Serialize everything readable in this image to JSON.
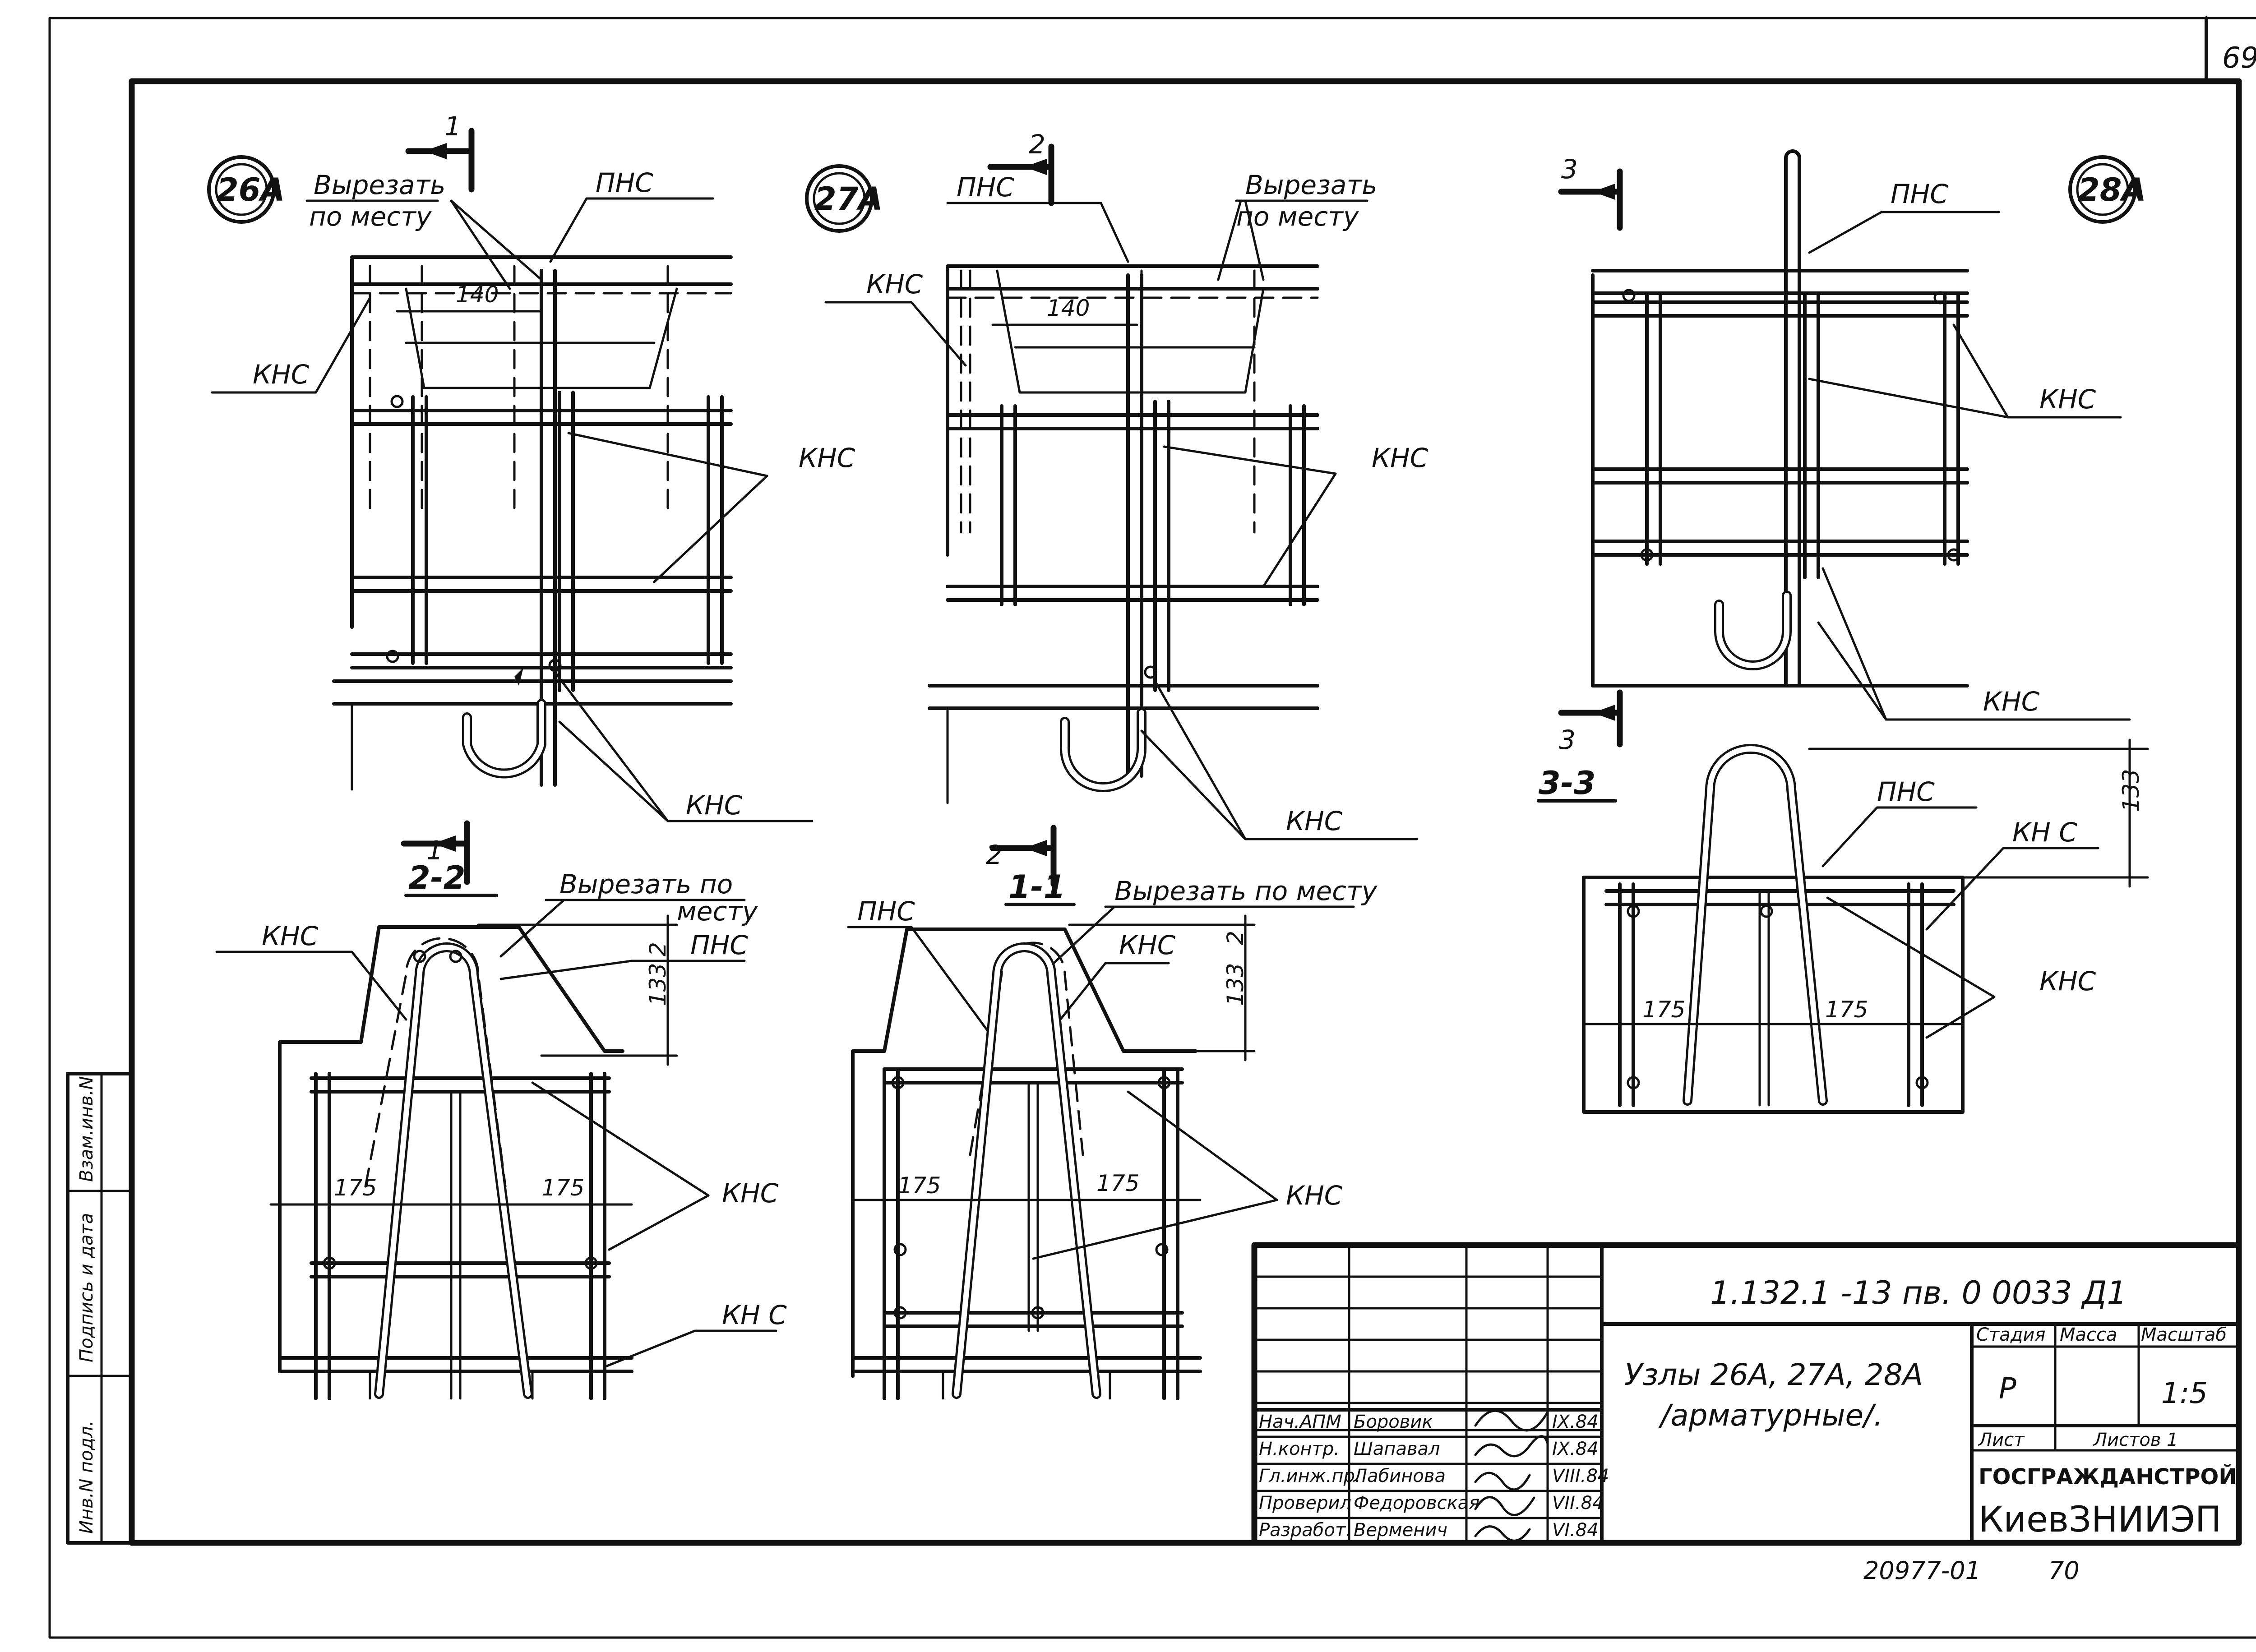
{
  "sheet": {
    "page_number": "69",
    "document_code": "1.132.1 -13 пв. 0   0033   Д1",
    "title_line1": "Узлы 26А, 27А, 28А",
    "title_line2": "/арматурные/.",
    "header_stage": "Стадия",
    "header_mass": "Масса",
    "header_scale": "Масштаб",
    "stage": "Р",
    "scale": "1:5",
    "sheet_label": "Лист",
    "sheets_label": "Листов 1",
    "org_line1": "ГОСГРАЖДАНСТРОЙ",
    "org_line2": "КиевЗНИИЭП",
    "archive_number": "20977-01",
    "archive_page": "70",
    "side_labels": [
      "Инв.N подл.",
      "Подпись и дата",
      "Взам.инв.N"
    ]
  },
  "signatures": [
    {
      "role": "Нач.АПМ",
      "name": "Боровик",
      "date": "IX.84"
    },
    {
      "role": "Н.контр.",
      "name": "Шапавал",
      "date": "IX.84"
    },
    {
      "role": "Гл.инж.пр.",
      "name": "Лабинова",
      "date": "VIII.84"
    },
    {
      "role": "Проверил",
      "name": "Федоровская",
      "date": "VII.84"
    },
    {
      "role": "Разработ.",
      "name": "Верменич",
      "date": "VI.84"
    }
  ],
  "nodes": {
    "n26": "26А",
    "n27": "27А",
    "n28": "28А"
  },
  "labels": {
    "pns": "ПНС",
    "kns": "КНС",
    "kns_spaced": "КН С",
    "kns_spaced2": "КН С",
    "cut_line1": "Вырезать",
    "cut_line2": "по месту",
    "cut_inline": "Вырезать по",
    "cut_inline2": "месту",
    "cut_full": "Вырезать по месту"
  },
  "sections": {
    "s1": "1",
    "s2": "2",
    "s3": "3",
    "sec22": "2-2",
    "sec11": "1-1",
    "sec33": "3-3"
  },
  "dims": {
    "d140": "140",
    "d133": "133",
    "d2": "2",
    "d175": "175"
  }
}
